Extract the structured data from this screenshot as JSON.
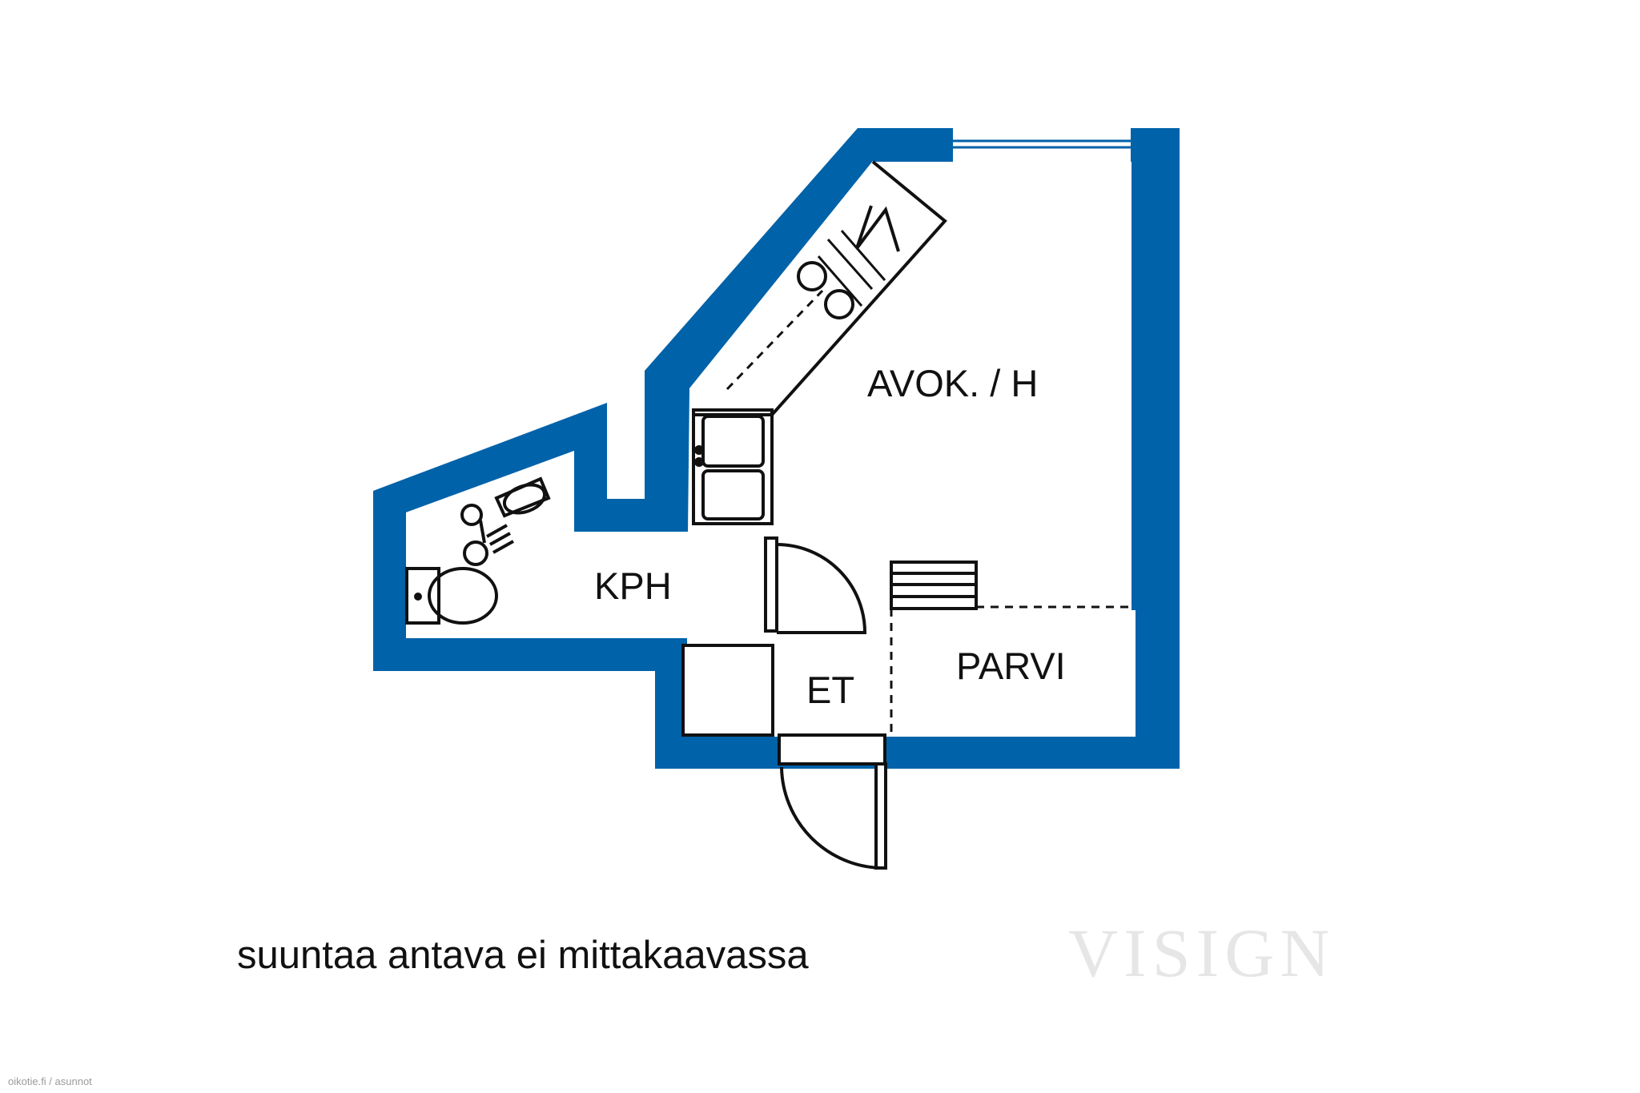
{
  "rooms": {
    "living": "AVOK. / H",
    "bathroom": "KPH",
    "entrance": "ET",
    "loft": "PARVI"
  },
  "caption": "suuntaa antava ei mittakaavassa",
  "watermark": "VISIGN",
  "credit": "oikotie.fi / asunnot",
  "colors": {
    "wall": "#0062A9",
    "line": "#111111",
    "background": "#ffffff"
  }
}
